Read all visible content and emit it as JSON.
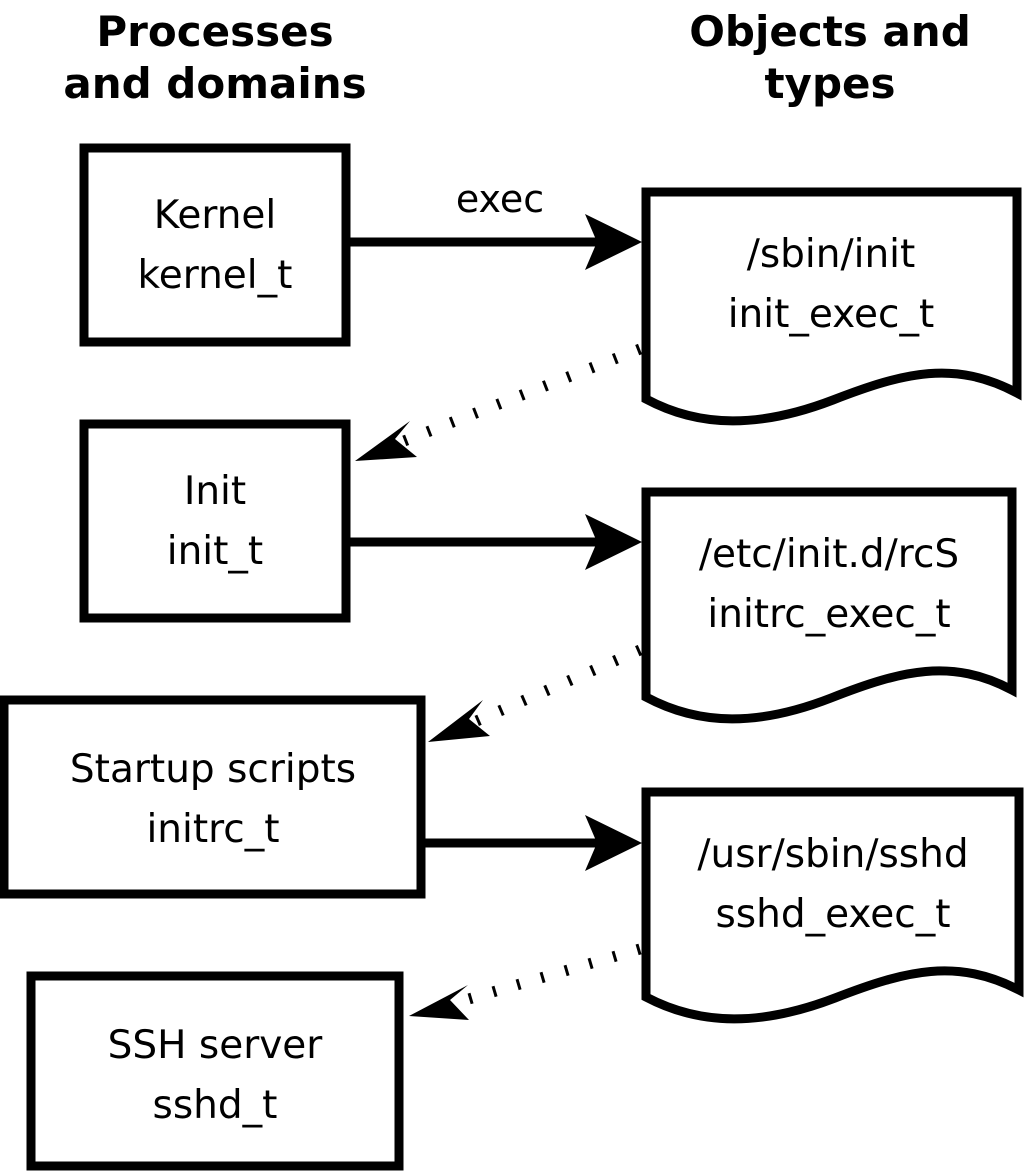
{
  "headings": {
    "left": {
      "line1": "Processes",
      "line2": "and domains"
    },
    "right": {
      "line1": "Objects and",
      "line2": "types"
    }
  },
  "processes": [
    {
      "id": "kernel",
      "name": "Kernel",
      "type": "kernel_t"
    },
    {
      "id": "init",
      "name": "Init",
      "type": "init_t"
    },
    {
      "id": "startup-scripts",
      "name": "Startup scripts",
      "type": "initrc_t"
    },
    {
      "id": "ssh-server",
      "name": "SSH server",
      "type": "sshd_t"
    }
  ],
  "objects": [
    {
      "id": "sbin-init",
      "path": "/sbin/init",
      "type": "init_exec_t"
    },
    {
      "id": "etc-initd-rcs",
      "path": "/etc/init.d/rcS",
      "type": "initrc_exec_t"
    },
    {
      "id": "usr-sbin-sshd",
      "path": "/usr/sbin/sshd",
      "type": "sshd_exec_t"
    }
  ],
  "edges": [
    {
      "id": "kernel-exec-init",
      "label": "exec",
      "style": "solid",
      "from": "kernel",
      "to": "sbin-init"
    },
    {
      "id": "init-exec-transition",
      "label": "",
      "style": "dotted",
      "from": "sbin-init",
      "to": "init"
    },
    {
      "id": "init-exec-rcs",
      "label": "",
      "style": "solid",
      "from": "init",
      "to": "etc-initd-rcs"
    },
    {
      "id": "initrc-transition",
      "label": "",
      "style": "dotted",
      "from": "etc-initd-rcs",
      "to": "startup-scripts"
    },
    {
      "id": "initrc-exec-sshd",
      "label": "",
      "style": "solid",
      "from": "startup-scripts",
      "to": "usr-sbin-sshd"
    },
    {
      "id": "sshd-transition",
      "label": "",
      "style": "dotted",
      "from": "usr-sbin-sshd",
      "to": "ssh-server"
    }
  ],
  "colors": {
    "background": "#ffffff",
    "stroke": "#000000",
    "text": "#000000"
  }
}
